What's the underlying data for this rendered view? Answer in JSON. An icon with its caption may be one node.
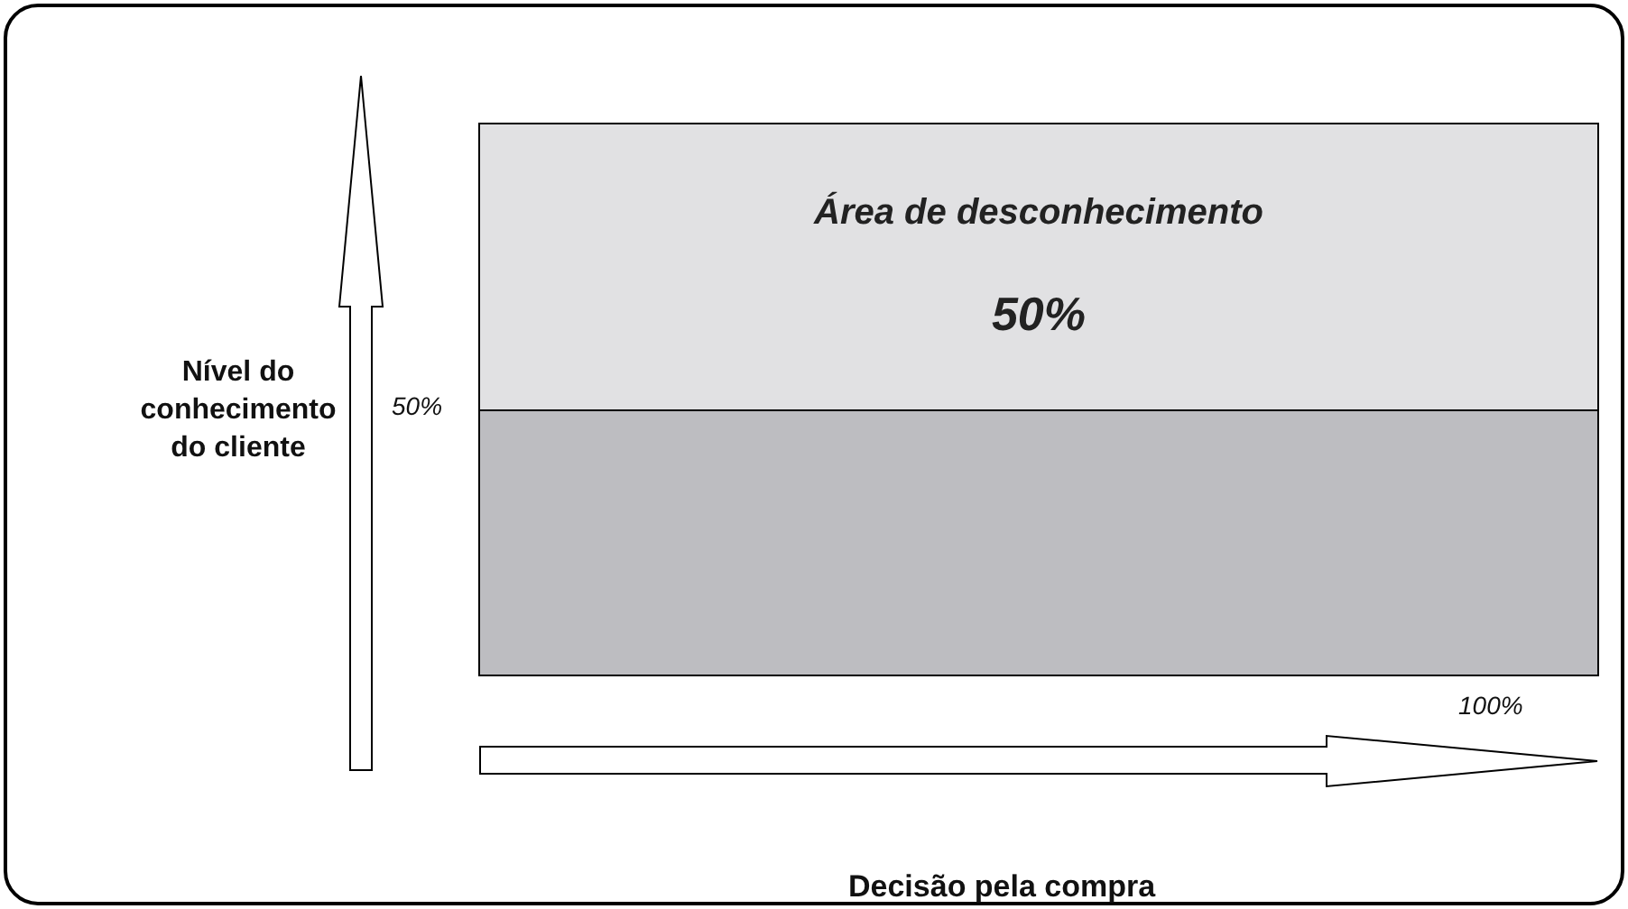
{
  "diagram": {
    "nodes": [
      {
        "text": [
          "Área de desconhecimento",
          "50%"
        ]
      },
      {
        "text": [],
        "shape": "box"
      }
    ],
    "labels": [
      "Nível do conhecimento do cliente",
      "50%",
      "100%",
      "Decisão pela compra"
    ]
  }
}
